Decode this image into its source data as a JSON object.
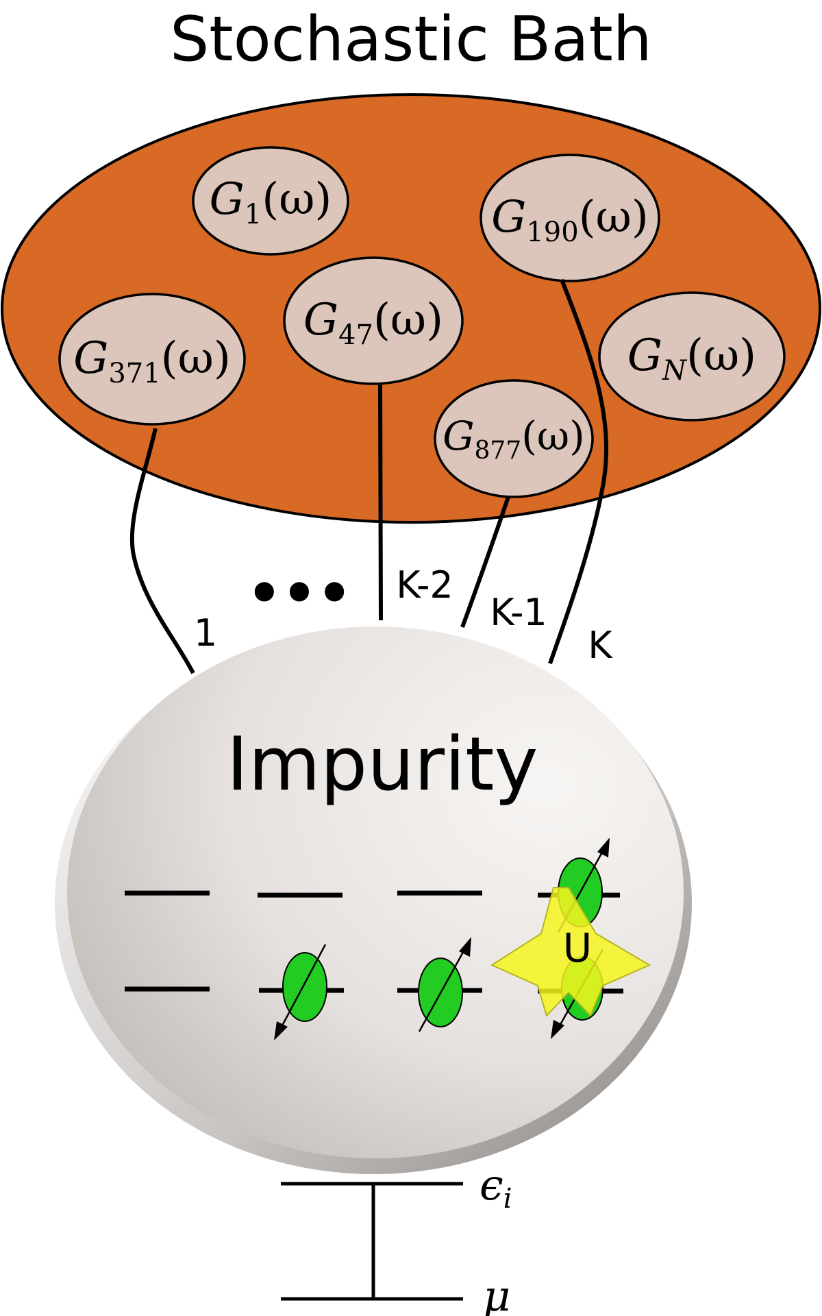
{
  "title": "Stochastic Bath",
  "impurity_label": "Impurity",
  "colors": {
    "bath": "#d96a25",
    "bubble": "#dcc5ba",
    "impurity_light": "#f4f1ef",
    "impurity_dark": "#c9c2bd",
    "spin": "#22cc22",
    "star": "#f4f41e"
  },
  "greens_functions": [
    {
      "name": "G1",
      "base": "G",
      "sub": "1",
      "arg": "(ω)"
    },
    {
      "name": "G190",
      "base": "G",
      "sub": "190",
      "arg": "(ω)"
    },
    {
      "name": "G47",
      "base": "G",
      "sub": "47",
      "arg": "(ω)"
    },
    {
      "name": "G371",
      "base": "G",
      "sub": "371",
      "arg": "(ω)"
    },
    {
      "name": "GN",
      "base": "G",
      "sub": "N",
      "arg": "(ω)"
    },
    {
      "name": "G877",
      "base": "G",
      "sub": "877",
      "arg": "(ω)"
    }
  ],
  "connections": {
    "c1": "1",
    "ellipsis": "•••",
    "ck2": "K-2",
    "ck1": "K-1",
    "ck": "K"
  },
  "interaction_label": "U",
  "energy_levels": {
    "upper": {
      "base": "ϵ",
      "sub": "i"
    },
    "lower": {
      "base": "μ"
    }
  },
  "icons": [
    "spin-up-icon",
    "spin-down-icon",
    "interaction-star-icon"
  ]
}
